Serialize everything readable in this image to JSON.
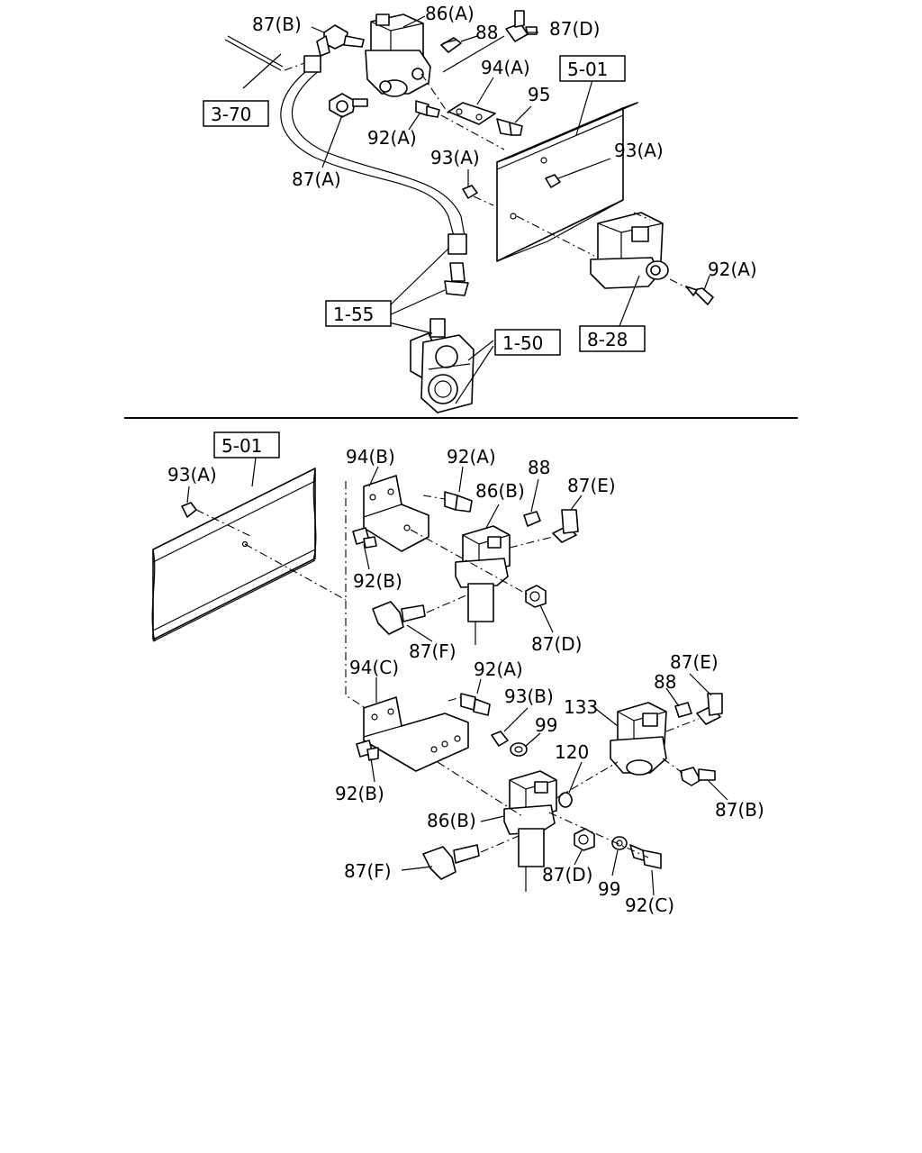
{
  "top_view": {
    "labels": {
      "l87B": "87(B)",
      "l86A": "86(A)",
      "l88": "88",
      "l87D": "87(D)",
      "l94A": "94(A)",
      "l95": "95",
      "l92A_1": "92(A)",
      "l93A_1": "93(A)",
      "l93A_2": "93(A)",
      "l87A": "87(A)",
      "l92A_2": "92(A)"
    },
    "refs": {
      "r370": "3-70",
      "r501": "5-01",
      "r155": "1-55",
      "r150": "1-50",
      "r828": "8-28"
    }
  },
  "bottom_view": {
    "labels": {
      "l93A": "93(A)",
      "l94B": "94(B)",
      "l92A_1": "92(A)",
      "l88_1": "88",
      "l86B_1": "86(B)",
      "l87E_1": "87(E)",
      "l92B_1": "92(B)",
      "l87F_1": "87(F)",
      "l87D_1": "87(D)",
      "l94C": "94(C)",
      "l92A_2": "92(A)",
      "l93B": "93(B)",
      "l99_1": "99",
      "l88_2": "88",
      "l87E_2": "87(E)",
      "l133": "133",
      "l120": "120",
      "l92B_2": "92(B)",
      "l86B_2": "86(B)",
      "l87B": "87(B)",
      "l87F_2": "87(F)",
      "l87D_2": "87(D)",
      "l99_2": "99",
      "l92C": "92(C)"
    },
    "refs": {
      "r501": "5-01"
    }
  }
}
